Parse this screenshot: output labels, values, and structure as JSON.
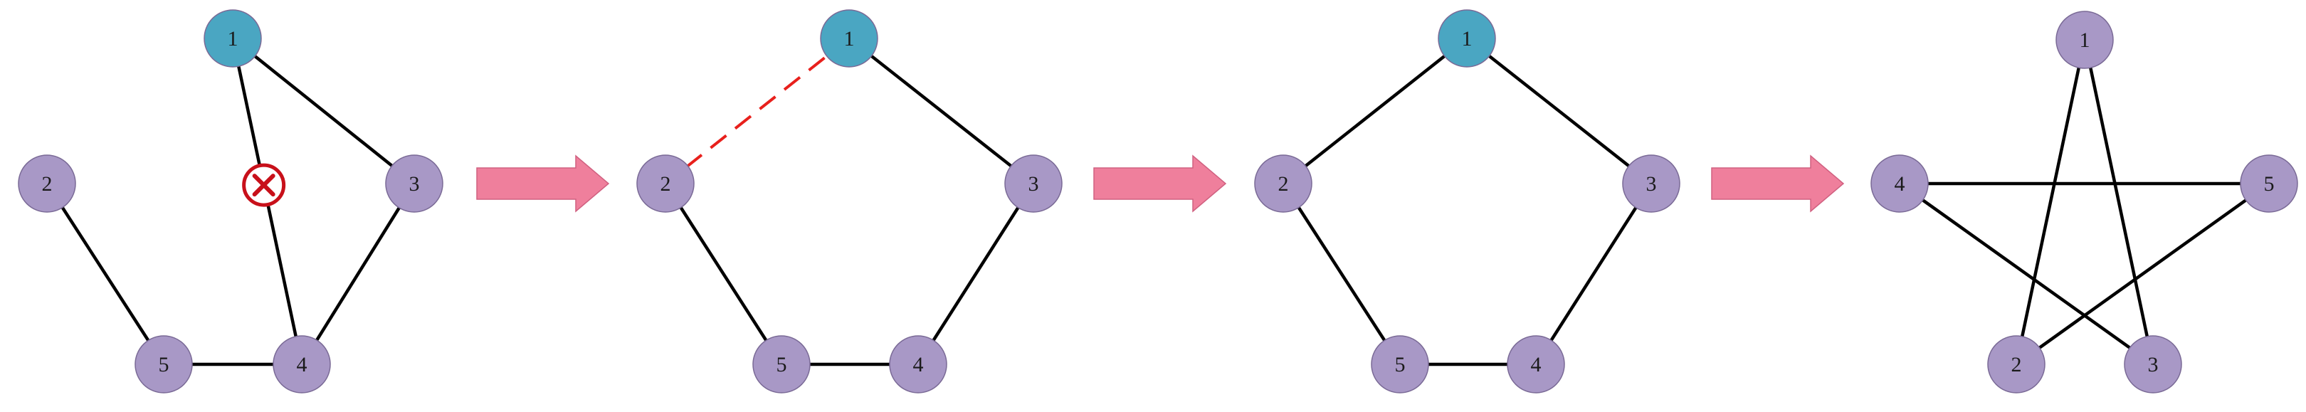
{
  "colors": {
    "highlight_node": "#4aa6c2",
    "normal_node": "#a898c6",
    "node_stroke": "#7a6a96",
    "edge": "#000000",
    "removed_edge": "#e8201c",
    "cut_marker": "#c8101a",
    "arrow_fill": "#ef7f9c",
    "arrow_stroke": "#d06080"
  },
  "diagram": {
    "panels": [
      {
        "id": "panel-1",
        "nodes": [
          {
            "id": "1",
            "label": "1",
            "highlight": true
          },
          {
            "id": "2",
            "label": "2",
            "highlight": false
          },
          {
            "id": "3",
            "label": "3",
            "highlight": false
          },
          {
            "id": "4",
            "label": "4",
            "highlight": false
          },
          {
            "id": "5",
            "label": "5",
            "highlight": false
          }
        ],
        "edges": [
          {
            "from": "1",
            "to": "3",
            "style": "solid"
          },
          {
            "from": "1",
            "to": "4",
            "style": "solid",
            "cut": true
          },
          {
            "from": "3",
            "to": "4",
            "style": "solid"
          },
          {
            "from": "4",
            "to": "5",
            "style": "solid"
          },
          {
            "from": "5",
            "to": "2",
            "style": "solid"
          }
        ]
      },
      {
        "id": "panel-2",
        "nodes": [
          {
            "id": "1",
            "label": "1",
            "highlight": true
          },
          {
            "id": "2",
            "label": "2",
            "highlight": false
          },
          {
            "id": "3",
            "label": "3",
            "highlight": false
          },
          {
            "id": "4",
            "label": "4",
            "highlight": false
          },
          {
            "id": "5",
            "label": "5",
            "highlight": false
          }
        ],
        "edges": [
          {
            "from": "1",
            "to": "2",
            "style": "dashed"
          },
          {
            "from": "1",
            "to": "3",
            "style": "solid"
          },
          {
            "from": "3",
            "to": "4",
            "style": "solid"
          },
          {
            "from": "4",
            "to": "5",
            "style": "solid"
          },
          {
            "from": "5",
            "to": "2",
            "style": "solid"
          }
        ]
      },
      {
        "id": "panel-3",
        "nodes": [
          {
            "id": "1",
            "label": "1",
            "highlight": true
          },
          {
            "id": "2",
            "label": "2",
            "highlight": false
          },
          {
            "id": "3",
            "label": "3",
            "highlight": false
          },
          {
            "id": "4",
            "label": "4",
            "highlight": false
          },
          {
            "id": "5",
            "label": "5",
            "highlight": false
          }
        ],
        "edges": [
          {
            "from": "1",
            "to": "2",
            "style": "solid"
          },
          {
            "from": "1",
            "to": "3",
            "style": "solid"
          },
          {
            "from": "3",
            "to": "4",
            "style": "solid"
          },
          {
            "from": "4",
            "to": "5",
            "style": "solid"
          },
          {
            "from": "5",
            "to": "2",
            "style": "solid"
          }
        ]
      },
      {
        "id": "panel-4",
        "nodes": [
          {
            "id": "1",
            "label": "1",
            "highlight": false
          },
          {
            "id": "2",
            "label": "2",
            "highlight": false
          },
          {
            "id": "3",
            "label": "3",
            "highlight": false
          },
          {
            "id": "4",
            "label": "4",
            "highlight": false
          },
          {
            "id": "5",
            "label": "5",
            "highlight": false
          }
        ],
        "edges": [
          {
            "from": "1",
            "to": "2",
            "style": "solid"
          },
          {
            "from": "1",
            "to": "3",
            "style": "solid"
          },
          {
            "from": "2",
            "to": "5",
            "style": "solid"
          },
          {
            "from": "3",
            "to": "4",
            "style": "solid"
          },
          {
            "from": "4",
            "to": "5",
            "style": "solid"
          }
        ]
      }
    ],
    "arrow_count": 3
  }
}
